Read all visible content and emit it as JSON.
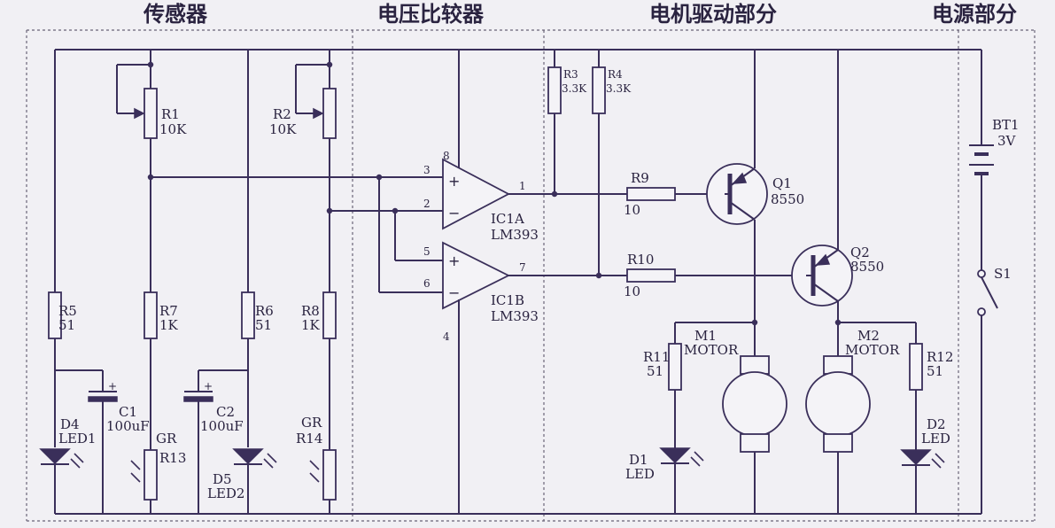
{
  "sections": {
    "sensor": "传感器",
    "comparator": "电压比较器",
    "motor_drive": "电机驱动部分",
    "power": "电源部分"
  },
  "components": {
    "R1": {
      "ref": "R1",
      "value": "10K"
    },
    "R2": {
      "ref": "R2",
      "value": "10K"
    },
    "R3": {
      "ref": "R3",
      "value": "3.3K"
    },
    "R4": {
      "ref": "R4",
      "value": "3.3K"
    },
    "R5": {
      "ref": "R5",
      "value": "51"
    },
    "R6": {
      "ref": "R6",
      "value": "51"
    },
    "R7": {
      "ref": "R7",
      "value": "1K"
    },
    "R8": {
      "ref": "R8",
      "value": "1K"
    },
    "R9": {
      "ref": "R9",
      "value": "10"
    },
    "R10": {
      "ref": "R10",
      "value": "10"
    },
    "R11": {
      "ref": "R11",
      "value": "51"
    },
    "R12": {
      "ref": "R12",
      "value": "51"
    },
    "R13": {
      "type": "GR",
      "ref": "R13"
    },
    "R14": {
      "type": "GR",
      "ref": "R14"
    },
    "C1": {
      "ref": "C1",
      "value": "100uF"
    },
    "C2": {
      "ref": "C2",
      "value": "100uF"
    },
    "D1": {
      "ref": "D1",
      "value": "LED"
    },
    "D2": {
      "ref": "D2",
      "value": "LED"
    },
    "D4": {
      "ref": "D4",
      "value": "LED1"
    },
    "D5": {
      "ref": "D5",
      "value": "LED2"
    },
    "IC1A": {
      "ref": "IC1A",
      "value": "LM393"
    },
    "IC1B": {
      "ref": "IC1B",
      "value": "LM393"
    },
    "Q1": {
      "ref": "Q1",
      "value": "8550"
    },
    "Q2": {
      "ref": "Q2",
      "value": "8550"
    },
    "M1": {
      "ref": "M1",
      "value": "MOTOR"
    },
    "M2": {
      "ref": "M2",
      "value": "MOTOR"
    },
    "BT1": {
      "ref": "BT1",
      "value": "3V"
    },
    "S1": {
      "ref": "S1"
    }
  },
  "pins": {
    "p3": "3",
    "p2": "2",
    "p8": "8",
    "p1": "1",
    "p5": "5",
    "p6": "6",
    "p7": "7",
    "p4": "4"
  },
  "signs": {
    "plus": "+",
    "minus": "−"
  }
}
